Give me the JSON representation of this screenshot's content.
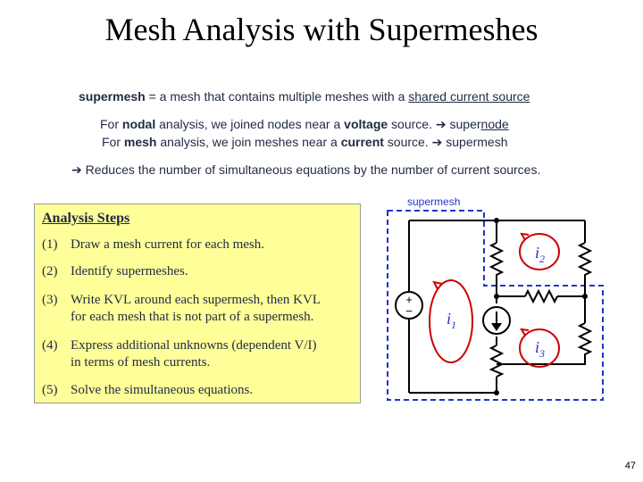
{
  "title": "Mesh Analysis with Supermeshes",
  "definition": {
    "term": "supermesh",
    "equals": " = ",
    "text": "a mesh that contains multiple meshes with a ",
    "underlined": "shared current source"
  },
  "nodal_line": {
    "pre": "For ",
    "bold1": "nodal",
    "mid1": " analysis, we joined nodes near a ",
    "bold2": "voltage",
    "mid2": " source. ",
    "arrow": "➔",
    "post_pre": " super",
    "post_ul": "node"
  },
  "mesh_line": {
    "pre": "For ",
    "bold1": "mesh",
    "mid1": " analysis, we join meshes near a ",
    "bold2": "current",
    "mid2": " source. ",
    "arrow": "➔",
    "post": " supermesh"
  },
  "reduces_line": {
    "arrow": "➔",
    "text": " Reduces the number of simultaneous equations by the number of current sources."
  },
  "steps": {
    "title": "Analysis Steps",
    "items": [
      {
        "num": "(1)",
        "line1": "Draw a mesh current for each mesh.",
        "line2": ""
      },
      {
        "num": "(2)",
        "line1": "Identify supermeshes.",
        "line2": ""
      },
      {
        "num": "(3)",
        "line1": "Write KVL around each supermesh, then KVL",
        "line2": "for each mesh that is not part of a supermesh."
      },
      {
        "num": "(4)",
        "line1": "Express additional unknowns (dependent V/I)",
        "line2": "in terms of mesh currents."
      },
      {
        "num": "(5)",
        "line1": "Solve the simultaneous equations.",
        "line2": ""
      }
    ]
  },
  "circuit": {
    "supermesh_label": "supermesh",
    "i1_letter": "i",
    "i1_sub": "1",
    "i2_letter": "i",
    "i2_sub": "2",
    "i3_letter": "i",
    "i3_sub": "3",
    "plus": "+",
    "minus": "−",
    "colors": {
      "wire": "#000000",
      "dashed": "#2233cc",
      "mesh_loop": "#cc0000",
      "label": "#2233cc"
    }
  },
  "page_number": "47"
}
